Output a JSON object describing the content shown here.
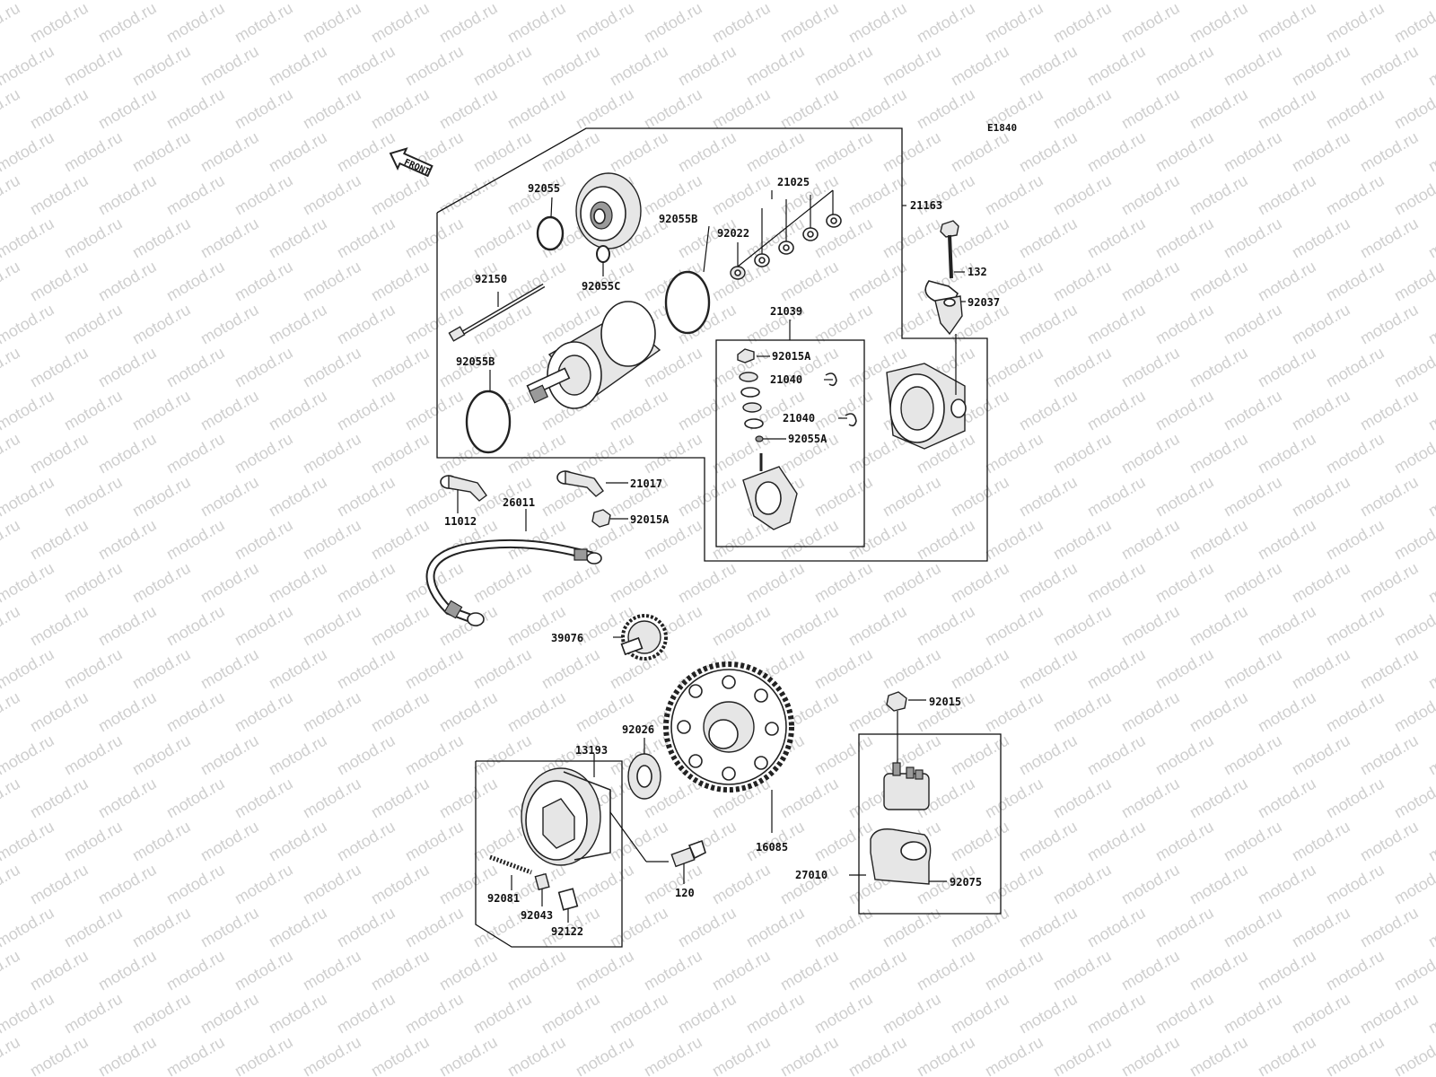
{
  "diagram": {
    "code": "E1840",
    "front_label": "FRONT",
    "watermark_text": "motod.ru",
    "colors": {
      "line": "#111111",
      "watermark": "#cfcfcf",
      "part_fill": "#e6e6e6"
    },
    "labels": {
      "p92055": "92055",
      "p92055c": "92055C",
      "p21025": "21025",
      "p92022": "92022",
      "p92055b_top": "92055B",
      "p21163": "21163",
      "p132": "132",
      "p92037": "92037",
      "p92150": "92150",
      "p21039": "21039",
      "p92015a_top": "92015A",
      "p21040_a": "21040",
      "p21040_b": "21040",
      "p92055a": "92055A",
      "p92055b_left": "92055B",
      "p21017": "21017",
      "p11012": "11012",
      "p26011": "26011",
      "p92015a_mid": "92015A",
      "p39076": "39076",
      "p92026": "92026",
      "p13193": "13193",
      "p16085": "16085",
      "p92015": "92015",
      "p120": "120",
      "p92081": "92081",
      "p92043": "92043",
      "p92122": "92122",
      "p27010": "27010",
      "p92075": "92075"
    }
  }
}
